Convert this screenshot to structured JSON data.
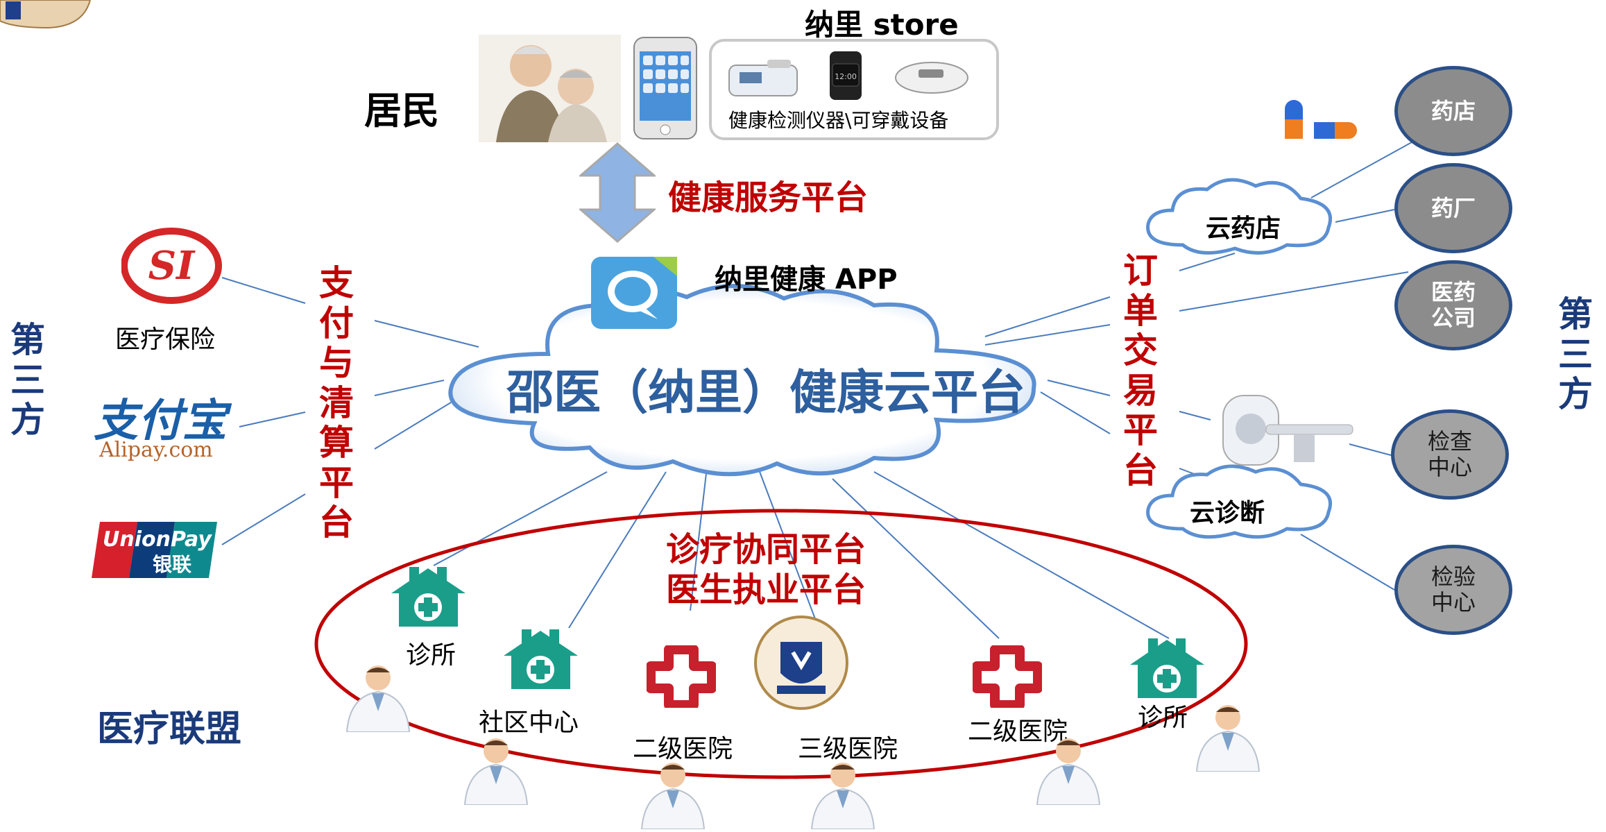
{
  "header": {
    "store_title": "纳里 store",
    "residents_label": "居民",
    "devices_label": "健康检测仪器\\可穿戴设备"
  },
  "center": {
    "platform_title": "邵医（纳里）健康云平台",
    "app_label": "纳里健康 APP",
    "health_service_label": "健康服务平台"
  },
  "left": {
    "third_party": "第三方",
    "payment_platform": "支付与清算平台",
    "items": [
      {
        "label": "医疗保险",
        "icon": "social-insurance-logo"
      },
      {
        "label": "",
        "icon": "alipay-logo",
        "logo_text": "支付宝",
        "logo_sub": "Alipay.com"
      },
      {
        "label": "",
        "icon": "unionpay-logo",
        "logo_text": "UnionPay",
        "logo_sub": "银联"
      }
    ]
  },
  "right": {
    "third_party": "第三方",
    "order_platform": "订单交易平台",
    "cloud_pharmacy": "云药店",
    "cloud_diagnosis": "云诊断",
    "nodes": [
      "药店",
      "药厂",
      "医药公司",
      "检查中心",
      "检验中心"
    ]
  },
  "bottom": {
    "alliance_label": "医疗联盟",
    "platform_line1": "诊疗协同平台",
    "platform_line2": "医生执业平台",
    "facilities": [
      "诊所",
      "社区中心",
      "二级医院",
      "三级医院",
      "二级医院",
      "诊所"
    ]
  },
  "colors": {
    "accent_red": "#c00000",
    "navy": "#1a3a7a",
    "cloud_blue": "#2e5f9e",
    "clinic_teal": "#1a9e8a",
    "node_gray": "#8c8c8c"
  }
}
